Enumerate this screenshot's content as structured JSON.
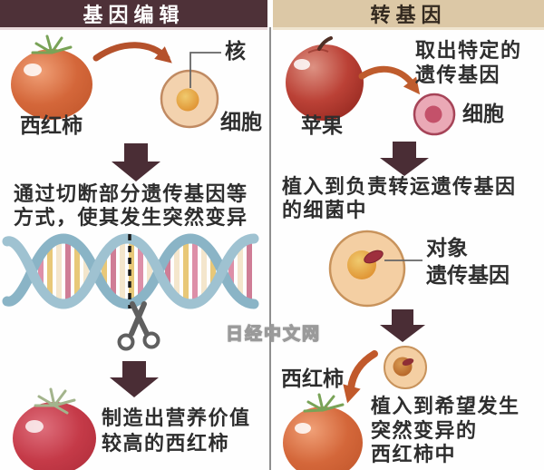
{
  "watermark": "日经中文网",
  "left": {
    "header": "基因编辑",
    "tomato_label": "西红柿",
    "nucleus_label": "核",
    "cell_label": "细胞",
    "process_line1": "通过切断部分遗传基因等",
    "process_line2": "方式，使其发生突然变异",
    "result_line1": "制造出营养价值",
    "result_line2": "较高的西红柿"
  },
  "right": {
    "header": "转基因",
    "apple_label": "苹果",
    "extract_line1": "取出特定的",
    "extract_line2": "遗传基因",
    "cell_label": "细胞",
    "implant_line1": "植入到负责转运遗传基因",
    "implant_line2": "的细菌中",
    "target_line1": "对象",
    "target_line2": "遗传基因",
    "tomato_label": "西红柿",
    "implant2_line1": "植入到希望发生",
    "implant2_line2": "突然变异的",
    "implant2_line3": "西红柿中"
  },
  "colors": {
    "left_header_bg": "#4e3138",
    "left_header_text": "#ffffff",
    "right_header_bg": "#dcc8a6",
    "right_header_text": "#33291f",
    "block_arrow": "#4a2d35",
    "curved_arrow": "#b5512b",
    "tomato_orange": "#d4673a",
    "tomato_red": "#c53a48",
    "apple_red": "#b03227",
    "cell_fill": "#f3d2ae",
    "cell_stroke": "#c08a62",
    "nucleus_orange": "#dd8a28",
    "pink_cell_fill": "#eaa9b6",
    "pink_cell_stroke": "#a64458",
    "gene_chunk": "#9e2f3d",
    "dna_strand": "#8ab4c6",
    "text": "#2e2e2e"
  }
}
